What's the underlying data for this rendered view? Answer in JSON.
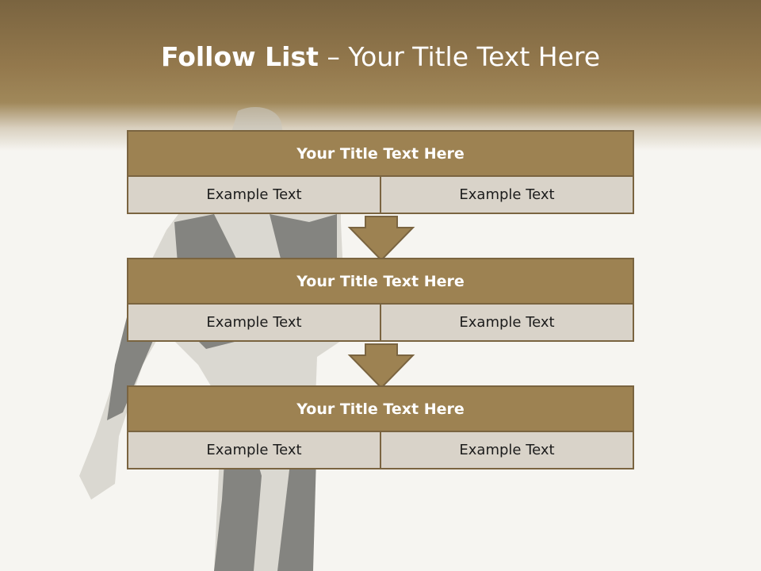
{
  "slide": {
    "title_bold": "Follow List",
    "title_rest": " – Your Title Text Here"
  },
  "steps": [
    {
      "title": "Your Title Text Here",
      "cells": [
        "Example Text",
        "Example Text"
      ]
    },
    {
      "title": "Your Title Text Here",
      "cells": [
        "Example Text",
        "Example Text"
      ]
    },
    {
      "title": "Your Title Text Here",
      "cells": [
        "Example Text",
        "Example Text"
      ]
    }
  ],
  "colors": {
    "header_brown": "#7a6440",
    "step_title_fill": "#9d8252",
    "cell_fill": "#d9d3c9"
  }
}
